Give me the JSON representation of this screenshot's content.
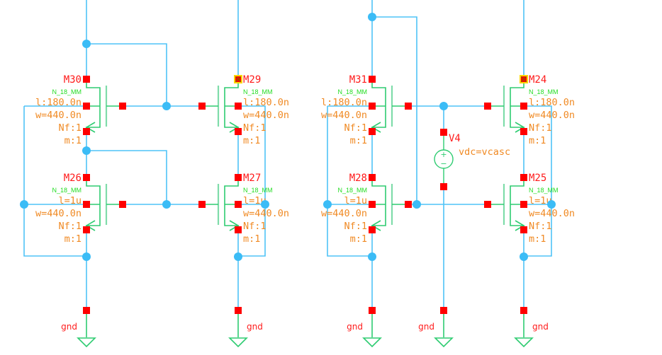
{
  "schematic": {
    "transistors": [
      {
        "id": "M30",
        "model": "N_18_MM",
        "l": "l:180.0n",
        "w": "w=440.0n",
        "nf": "Nf:1",
        "m": "m:1",
        "selected": false
      },
      {
        "id": "M29",
        "model": "N_18_MM",
        "l": "l:180.0n",
        "w": "w=440.0n",
        "nf": "Nf:1",
        "m": "m:1",
        "selected": true
      },
      {
        "id": "M26",
        "model": "N_18_MM",
        "l": "l=1u",
        "w": "w=440.0n",
        "nf": "Nf:1",
        "m": "m:1",
        "selected": false
      },
      {
        "id": "M27",
        "model": "N_18_MM",
        "l": "l=1u",
        "w": "w=440.0n",
        "nf": "Nf:1",
        "m": "m:1",
        "selected": false
      },
      {
        "id": "M31",
        "model": "N_18_MM",
        "l": "l:180.0n",
        "w": "w=440.0n",
        "nf": "Nf:1",
        "m": "m:1",
        "selected": false
      },
      {
        "id": "M24",
        "model": "N_18_MM",
        "l": "l:180.0n",
        "w": "w=440.0n",
        "nf": "Nf:1",
        "m": "m:1",
        "selected": true
      },
      {
        "id": "M28",
        "model": "N_18_MM",
        "l": "l=1u",
        "w": "w=440.0n",
        "nf": "Nf:1",
        "m": "m:1",
        "selected": false
      },
      {
        "id": "M25",
        "model": "N_18_MM",
        "l": "l=1u",
        "w": "w=440.0n",
        "nf": "Nf:1",
        "m": "m:1",
        "selected": false
      }
    ],
    "source": {
      "id": "V4",
      "param": "vdc=vcasc",
      "plus": "+",
      "minus": "−"
    },
    "grounds": [
      {
        "label": "gnd"
      },
      {
        "label": "gnd"
      },
      {
        "label": "gnd"
      },
      {
        "label": "gnd"
      },
      {
        "label": "gnd"
      }
    ],
    "colors": {
      "wire": "#4fc3f7",
      "device": "#2ecc71",
      "pin": "#ff0000",
      "net_dot": "#3bbcf6",
      "instance_name": "#ff1a1a",
      "parameter": "#f08a24",
      "model": "#22dd22"
    }
  }
}
